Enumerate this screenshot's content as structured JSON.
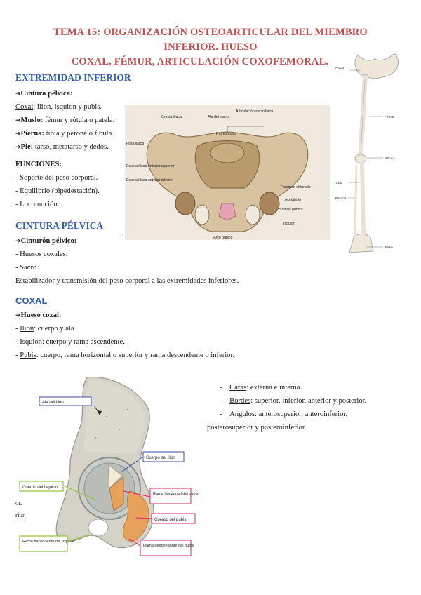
{
  "title": {
    "line1": "TEMA 15: ORGANIZACIÓN OSTEOARTICULAR DEL MIEMBRO INFERIOR. HUESO",
    "line2": "COXAL. FÉMUR, ARTICULACIÓN COXOFEMORAL."
  },
  "extremidad": {
    "heading": "EXTREMIDAD INFERIOR",
    "cintura_label": "Cintura pélvica:",
    "coxal_label": "Coxal",
    "coxal_text": ": ilion, isquion y pubis.",
    "muslo_label": "Muslo:",
    "muslo_text": " fémur y rótula o patela.",
    "pierna_label": "Pierna:",
    "pierna_text": " tibia y peroné o fíbula.",
    "pie_label": "Pie:",
    "pie_text": " tarso, metatarso y dedos.",
    "funciones_label": "FUNCIONES:",
    "funciones": [
      "- Soporte del peso corporal.",
      "- Equilibrio (bipedestación).",
      "- Locomoción."
    ]
  },
  "cintura": {
    "heading": "CINTURA PÉLVICA",
    "label": "Cinturón pélvico:",
    "items": [
      "- Huesos coxales.",
      "- Sacro."
    ],
    "description": "Estabilizador y transmisión del peso corporal a las extremidades inferiores."
  },
  "coxal": {
    "heading": "COXAL",
    "label": "Hueso coxal:",
    "ilion_label": "Ilion",
    "ilion_text": ": cuerpo y ala",
    "isquion_label": "Isquion",
    "isquion_text": ": cuerpo y rama ascendente.",
    "pubis_label": "Pubis",
    "pubis_text": ": cuerpo, rama horizontal o superior y rama descendente o inferior."
  },
  "features": {
    "caras_label": "Caras",
    "caras_text": ": externa e interna.",
    "bordes_label": "Bordes",
    "bordes_text": ": superior, inferior, anterior y posterior.",
    "angulos_label": "Ángulos",
    "angulos_text": ": anterosuperior, anteroinferior,",
    "angulos_cont": "posterosuperior y posteroinferior."
  },
  "pelvis_labels": {
    "l1": "Cresta ilíaca",
    "l2": "Ala del sacro",
    "l3": "Articulación sacroilíaca",
    "l4": "Fosa ilíaca",
    "l5": "Promontorio",
    "l6": "Espina ilíaca anterior superior",
    "l7": "Espina ilíaca anterior inferior",
    "l8": "Acetábulo",
    "l9": "Foramen obturado",
    "l10": "Sínfisis púbica",
    "l11": "Arco púbico",
    "l12": "Isquion"
  },
  "skeleton_labels": {
    "s1": "Coxal",
    "s2": "Fémur",
    "s3": "Rótula",
    "s4": "Tibia",
    "s5": "Peroné",
    "s6": "Tarso"
  },
  "coxal_labels": {
    "ala": "Ala del ilion",
    "cuerpo_ilion": "Cuerpo del ilion",
    "cuerpo_isquion": "Cuerpo del isquion",
    "rama_horizontal": "Rama horizontal del pubis",
    "cuerpo_pubis": "Cuerpo del pubis",
    "rama_ascendente": "Rama ascendente del isquion",
    "rama_descendente": "Rama descendente del pubis"
  },
  "stray": {
    "s1": "or.",
    "s2": "rior."
  },
  "colors": {
    "title": "#c0504d",
    "heading": "#2f5fae"
  }
}
